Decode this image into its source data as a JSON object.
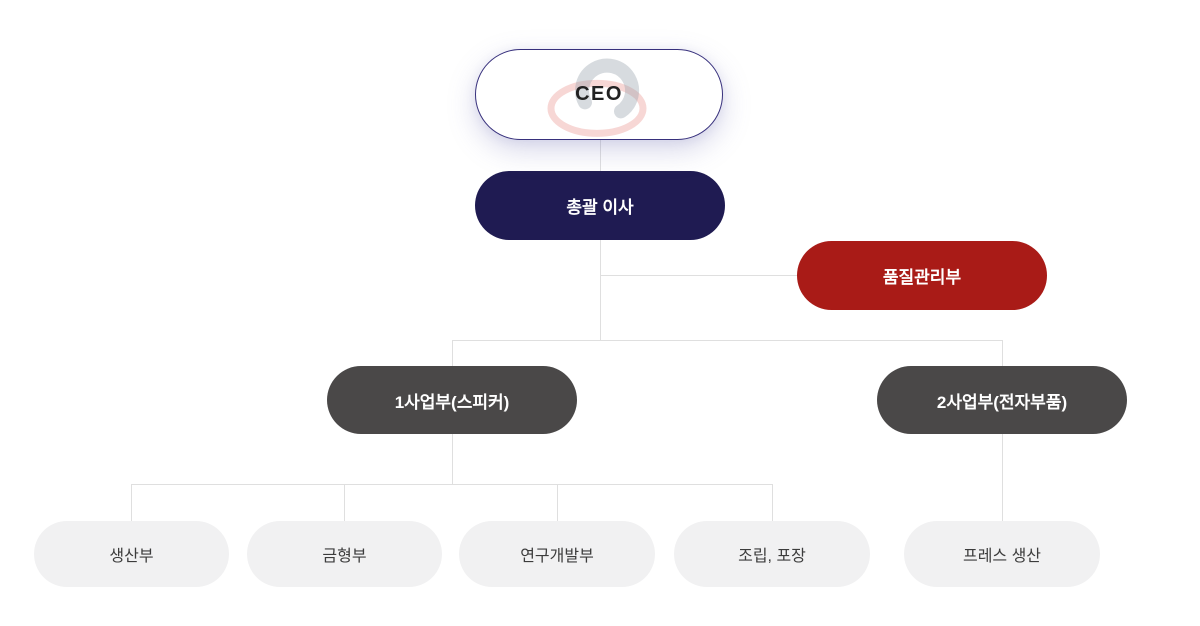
{
  "org_chart": {
    "type": "org-tree",
    "background": "#ffffff",
    "connector_color": "#dfdfdf",
    "nodes": {
      "ceo": {
        "label": "CEO",
        "bg": "#ffffff",
        "text_color": "#222222",
        "border_color": "#37307c",
        "has_logo_watermark": true
      },
      "director": {
        "label": "총괄 이사",
        "bg": "#1f1b52",
        "text_color": "#ffffff"
      },
      "quality": {
        "label": "품질관리부",
        "bg": "#a91b17",
        "text_color": "#ffffff"
      },
      "division1": {
        "label": "1사업부(스피커)",
        "bg": "#4a4848",
        "text_color": "#ffffff"
      },
      "division2": {
        "label": "2사업부(전자부품)",
        "bg": "#4a4848",
        "text_color": "#ffffff"
      },
      "production": {
        "label": "생산부",
        "bg": "#f1f1f2",
        "text_color": "#3c3c3c"
      },
      "mold": {
        "label": "금형부",
        "bg": "#f1f1f2",
        "text_color": "#3c3c3c"
      },
      "rnd": {
        "label": "연구개발부",
        "bg": "#f1f1f2",
        "text_color": "#3c3c3c"
      },
      "assembly": {
        "label": "조립, 포장",
        "bg": "#f1f1f2",
        "text_color": "#3c3c3c"
      },
      "press": {
        "label": "프레스 생산",
        "bg": "#f1f1f2",
        "text_color": "#3c3c3c"
      }
    },
    "edges": [
      {
        "from": "ceo",
        "to": "director"
      },
      {
        "from": "director",
        "to": "quality"
      },
      {
        "from": "director",
        "to": "division1"
      },
      {
        "from": "director",
        "to": "division2"
      },
      {
        "from": "division1",
        "to": "production"
      },
      {
        "from": "division1",
        "to": "mold"
      },
      {
        "from": "division1",
        "to": "rnd"
      },
      {
        "from": "division1",
        "to": "assembly"
      },
      {
        "from": "division2",
        "to": "press"
      }
    ],
    "logo_colors": {
      "swoosh_gray": "#97a0ac",
      "ring_red": "#d94a41"
    }
  }
}
